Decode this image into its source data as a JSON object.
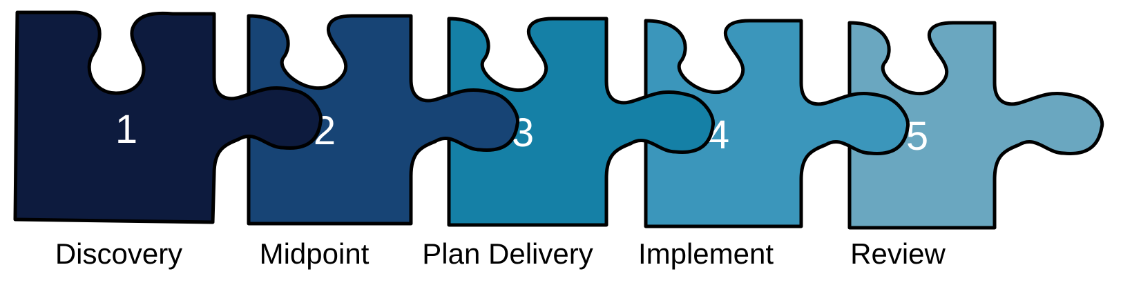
{
  "steps": [
    {
      "number": "1",
      "label": "Discovery",
      "color": "#0d1b3e"
    },
    {
      "number": "2",
      "label": "Midpoint",
      "color": "#174475"
    },
    {
      "number": "3",
      "label": "Plan Delivery",
      "color": "#1580a6"
    },
    {
      "number": "4",
      "label": "Implement",
      "color": "#3b96bb"
    },
    {
      "number": "5",
      "label": "Review",
      "color": "#6aa7c0"
    }
  ]
}
